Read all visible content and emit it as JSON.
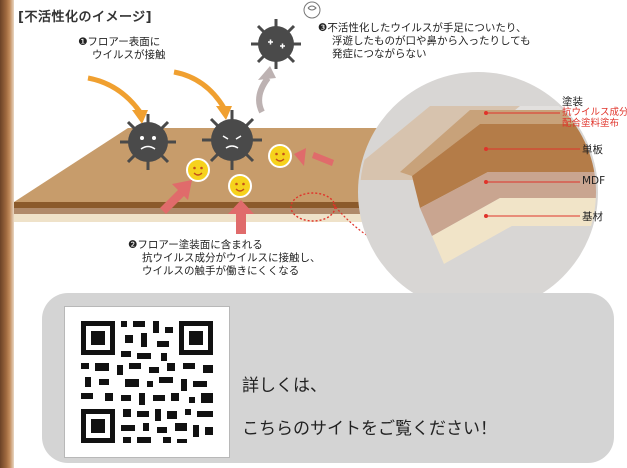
{
  "title": "[不活性化のイメージ]",
  "notes": {
    "step1": [
      "❶フロアー表面に",
      "ウイルスが接触"
    ],
    "step2": [
      "❷フロアー塗装面に含まれる",
      "抗ウイルス成分がウイルスに接触し、",
      "ウイルスの触手が働きにくくなる"
    ],
    "step3": [
      "❸不活性化したウイルスが手足についたり、",
      "浮遊したものが口や鼻から入ったりしても",
      "発症につながらない"
    ]
  },
  "layers": {
    "coating": "塗装",
    "coating_sub": [
      "抗ウイルス成分",
      "配合塗料塗布"
    ],
    "veneer": "単板",
    "mdf": "MDF",
    "base": "基材"
  },
  "colors": {
    "virus": "#4a4a4a",
    "agent": "#f6d21d",
    "arrow_red": "#e06b6b",
    "arrow_orange": "#f0a030",
    "accent_red": "#e0332a"
  },
  "cta": {
    "line1": "詳しくは、",
    "line2": "こちらのサイトをご覧ください！"
  }
}
